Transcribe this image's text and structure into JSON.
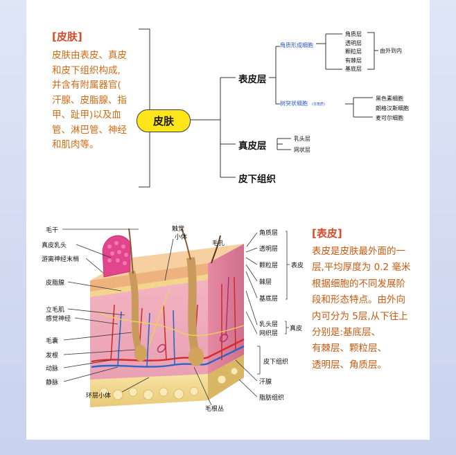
{
  "skin_section": {
    "title": "[皮肤]",
    "description_lines": [
      "皮肤由表皮、真皮",
      "和皮下组织构成,",
      "并含有附属器官(",
      "汗腺、皮脂腺、指",
      "甲、趾甲)以及血",
      "管、淋巴管、神经",
      "和肌肉等。"
    ]
  },
  "tree": {
    "root": "皮肤",
    "epidermis": "表皮层",
    "dermis": "真皮层",
    "subcutis": "皮下组织",
    "keratinocyte": "角质形成细胞",
    "dendritic": "树突状细胞",
    "dendritic_note": "(非角质)",
    "keratinocyte_layers": [
      "角质层",
      "透明层",
      "颗粒层",
      "有棘层",
      "基底层"
    ],
    "order_note": "由外到内",
    "dendritic_cells": [
      "黑色素细胞",
      "朗格汉斯细胞",
      "麦可尔细胞"
    ],
    "dermis_layers": [
      "乳头层",
      "网状层"
    ]
  },
  "diagram_labels": {
    "left": [
      "毛干",
      "真皮乳头",
      "游离神经末梢",
      "皮脂腺",
      "立毛肌",
      "感觉神经",
      "毛囊",
      "发根",
      "动脉",
      "静脉"
    ],
    "top": [
      "触觉",
      "小体",
      "毛孔"
    ],
    "bottom": [
      "环层小体",
      "毛根丛"
    ],
    "right_epidermis_layers": [
      "角质层",
      "透明层",
      "颗粒层",
      "棘层",
      "基底层"
    ],
    "right_epidermis_group": "表皮",
    "right_dermis_layers": [
      "乳头层",
      "网织层"
    ],
    "right_dermis_group": "真皮",
    "right_others": [
      "皮下组织",
      "汗腺",
      "脂肪组织"
    ]
  },
  "epidermis_section": {
    "title": "[表皮]",
    "description_lines": [
      "表皮是皮肤最外面的一",
      "层,平均厚度为 0.2 毫米",
      "根据细胞的不同发展阶",
      "段和形态特点。由外向",
      "内可分为 5层,从下往上",
      "分别是:基底层、",
      "有棘层、颗粒层、",
      "透明层、角质层。"
    ]
  }
}
